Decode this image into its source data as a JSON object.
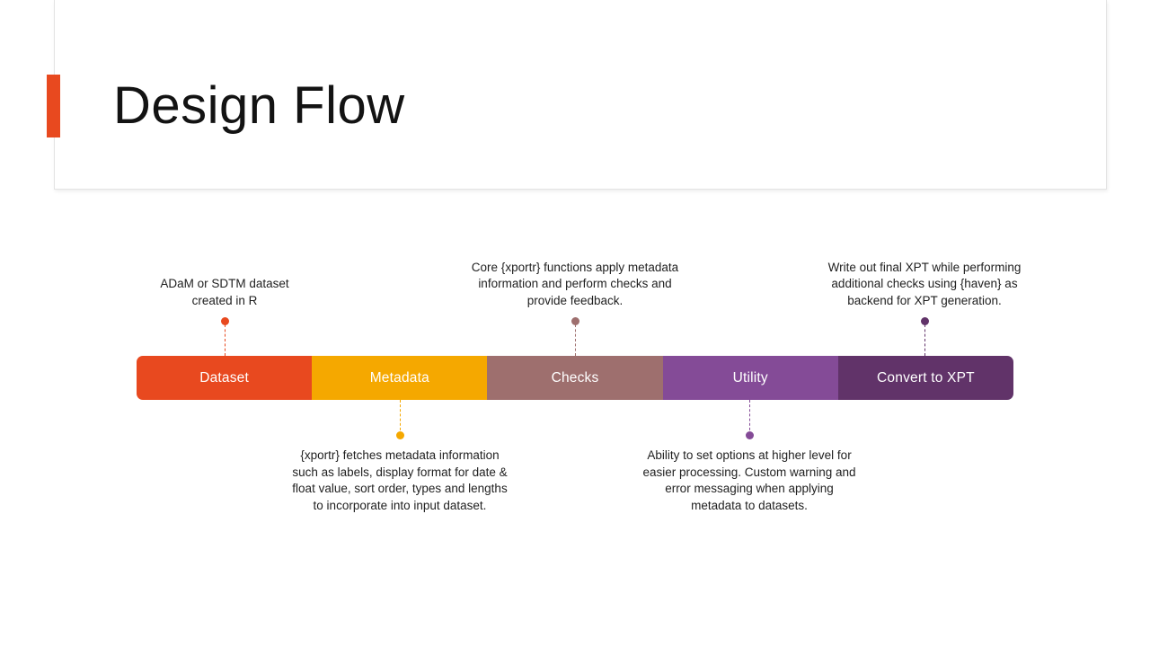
{
  "slide": {
    "title": "Design Flow",
    "accent_color": "#e8491f"
  },
  "flow": {
    "segments": [
      {
        "label": "Dataset",
        "color": "#e8491f"
      },
      {
        "label": "Metadata",
        "color": "#f5a800"
      },
      {
        "label": "Checks",
        "color": "#9e6f6e"
      },
      {
        "label": "Utility",
        "color": "#844b97"
      },
      {
        "label": "Convert to XPT",
        "color": "#613369"
      }
    ]
  },
  "callouts": [
    {
      "id": "dataset-callout",
      "position": "above",
      "segment": "Dataset",
      "color": "#e8491f",
      "lines": [
        "ADaM or SDTM dataset",
        "created in R"
      ]
    },
    {
      "id": "metadata-callout",
      "position": "below",
      "segment": "Metadata",
      "color": "#f5a800",
      "lines": [
        "{xportr} fetches metadata information",
        "such as labels, display format for date &",
        "float value, sort order, types and lengths",
        "to incorporate into input dataset."
      ]
    },
    {
      "id": "checks-callout",
      "position": "above",
      "segment": "Checks",
      "color": "#9e6f6e",
      "lines": [
        "Core {xportr} functions apply metadata",
        "information and perform checks and",
        "provide feedback."
      ]
    },
    {
      "id": "utility-callout",
      "position": "below",
      "segment": "Utility",
      "color": "#844b97",
      "lines": [
        "Ability to set options at higher level for",
        "easier processing. Custom warning and",
        "error messaging when applying",
        "metadata to datasets."
      ]
    },
    {
      "id": "convert-callout",
      "position": "above",
      "segment": "Convert to XPT",
      "color": "#613369",
      "lines": [
        "Write out final XPT while performing",
        "additional checks using {haven} as",
        "backend for XPT generation."
      ]
    }
  ]
}
